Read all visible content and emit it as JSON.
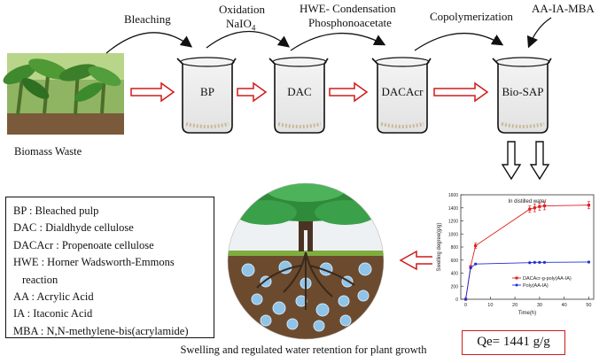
{
  "steps": {
    "bleaching": "Bleaching",
    "oxidation": "Oxidation",
    "oxidation_reagent": "NaIO",
    "oxidation_reagent_sub": "4",
    "hwe_line1": "HWE- Condensation",
    "hwe_line2": "Phosphonoacetate",
    "copolymerization": "Copolymerization",
    "monomers": "AA-IA-MBA"
  },
  "beakers": [
    "BP",
    "DAC",
    "DACAcr",
    "Bio-SAP"
  ],
  "source_label": "Biomass Waste",
  "legend": [
    "BP : Bleached pulp",
    "DAC : Dialdhyde cellulose",
    "DACAcr : Propenoate cellulose",
    "HWE : Horner Wadsworth-Emmons",
    "reaction",
    "AA : Acrylic Acid",
    "IA : Itaconic Acid",
    "MBA : N,N-methylene-bis(acrylamide)"
  ],
  "qe": "Qe= 1441 g/g",
  "caption": "Swelling and regulated water retention for plant growth",
  "colors": {
    "arrow_red": "#d11a1a",
    "series1": "#e02020",
    "series2": "#1f2fd6"
  },
  "chart_data": {
    "type": "line",
    "title": "In distilled water",
    "xlabel": "Time(h)",
    "ylabel": "Swelling degree(g/g)",
    "xlim": [
      -2,
      52
    ],
    "ylim": [
      0,
      1600
    ],
    "xticks": [
      0,
      10,
      20,
      30,
      40,
      50
    ],
    "yticks": [
      0,
      200,
      400,
      600,
      800,
      1000,
      1200,
      1400,
      1600
    ],
    "legend_position": "bottom-right",
    "series": [
      {
        "name": "DACAcr-g-poly(AA-IA)",
        "color": "#e02020",
        "marker": "square",
        "x": [
          0,
          2,
          4,
          26,
          28,
          30,
          32,
          50
        ],
        "y": [
          0,
          500,
          820,
          1380,
          1400,
          1420,
          1430,
          1441
        ],
        "error": [
          0,
          0,
          40,
          50,
          60,
          55,
          60,
          55
        ]
      },
      {
        "name": "Poly(AA-IA)",
        "color": "#1f2fd6",
        "marker": "circle",
        "x": [
          0,
          2,
          4,
          26,
          28,
          30,
          32,
          50
        ],
        "y": [
          0,
          480,
          540,
          560,
          565,
          565,
          565,
          570
        ]
      }
    ]
  }
}
